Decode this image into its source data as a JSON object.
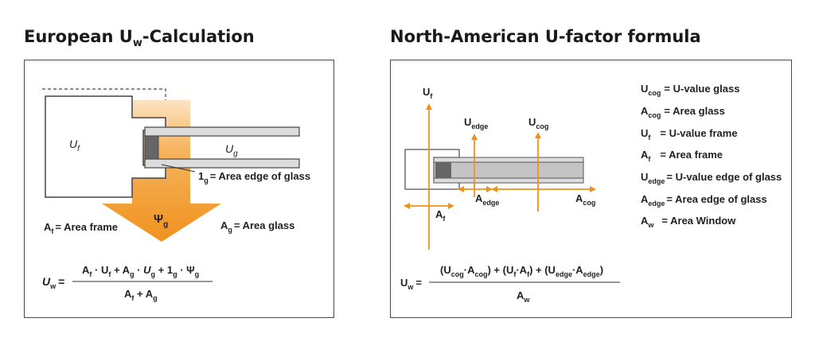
{
  "european": {
    "title_main": "European U",
    "title_sub": "w",
    "title_rest": "-Calculation",
    "uf_main": "U",
    "uf_sub": "f",
    "ug_main": "U",
    "ug_sub": "g",
    "edge_main": "1",
    "edge_sub": "g",
    "edge_desc": "= Area edge of glass",
    "psi_main": "Ψ",
    "psi_sub": "g",
    "af_main": "A",
    "af_sub": "f",
    "af_desc": "= Area frame",
    "ag_main": "A",
    "ag_sub": "g",
    "ag_desc": "= Area glass",
    "formula": {
      "lhs_main": "U",
      "lhs_sub": "w",
      "eq": "=",
      "n_A1": "A",
      "n_f1": "f",
      "n_dot1": " · U",
      "n_f2": "f",
      "n_plus1": " + A",
      "n_g1": "g",
      "n_dot2": " · ",
      "n_U": "U",
      "n_g2": "g",
      "n_plus2": " + 1",
      "n_g3": "g",
      "n_dot3": " · ",
      "n_psi": "Ψ",
      "n_g4": "g",
      "d_A1": "A",
      "d_f": "f",
      "d_plus": " + A",
      "d_g": "g"
    }
  },
  "north_american": {
    "title": "North-American U-factor formula",
    "uf_main": "U",
    "uf_sub": "f",
    "uedge_main": "U",
    "uedge_sub": "edge",
    "ucog_main": "U",
    "ucog_sub": "cog",
    "aedge_main": "A",
    "aedge_sub": "edge",
    "acog_main": "A",
    "acog_sub": "cog",
    "af_main": "A",
    "af_sub": "f",
    "legend": [
      {
        "main": "U",
        "sub": "cog",
        "desc": "= U-value glass"
      },
      {
        "main": "A",
        "sub": "cog",
        "desc": "= Area glass"
      },
      {
        "main": "U",
        "sub": "f",
        "desc": "= U-value frame"
      },
      {
        "main": "A",
        "sub": "f",
        "desc": "= Area frame"
      },
      {
        "main": "U",
        "sub": "edge",
        "desc": "= U-value edge of glass"
      },
      {
        "main": "A",
        "sub": "edge",
        "desc": "= Area edge of glass"
      },
      {
        "main": "A",
        "sub": "w",
        "desc": "= Area Window"
      }
    ],
    "formula": {
      "lhs_main": "U",
      "lhs_sub": "w",
      "eq": "=",
      "n1": "(U",
      "n1s": "cog",
      "n2": "·A",
      "n2s": "cog",
      "n3": ") + (U",
      "n3s": "f",
      "n4": "·A",
      "n4s": "f",
      "n5": ") + (U",
      "n5s": "edge",
      "n6": "·A",
      "n6s": "edge",
      "n7": ")",
      "d_main": "A",
      "d_sub": "w"
    }
  },
  "colors": {
    "orange": "#f0911e",
    "orange_light": "#fbdcb3",
    "frame_grey": "#c8c8c8",
    "glass_grey": "#dcdcdc",
    "dark": "#5a5a5a"
  }
}
